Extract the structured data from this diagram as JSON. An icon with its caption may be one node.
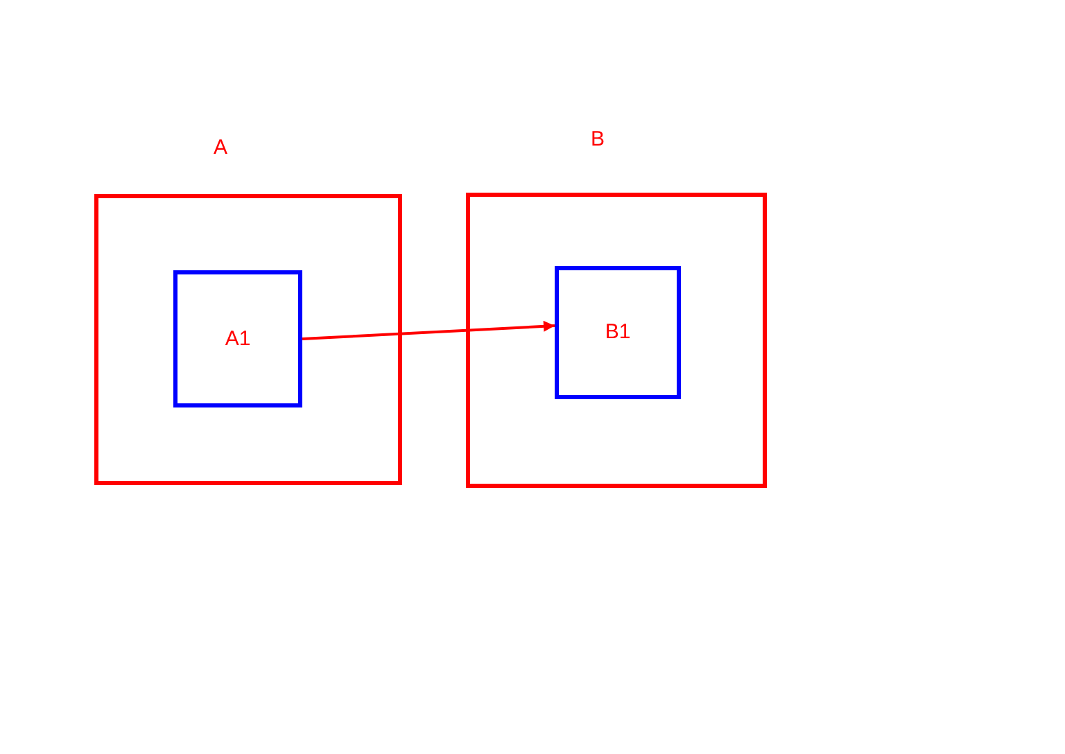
{
  "diagram": {
    "nodes": [
      {
        "text": [
          "A"
        ]
      },
      {
        "text": [
          "A1"
        ],
        "in": 0
      },
      {
        "text": [
          "B"
        ]
      },
      {
        "text": [
          "B1"
        ],
        "in": 2
      }
    ],
    "edges": [
      {
        "from": 1,
        "to": 3,
        "arrow": "to"
      }
    ]
  }
}
